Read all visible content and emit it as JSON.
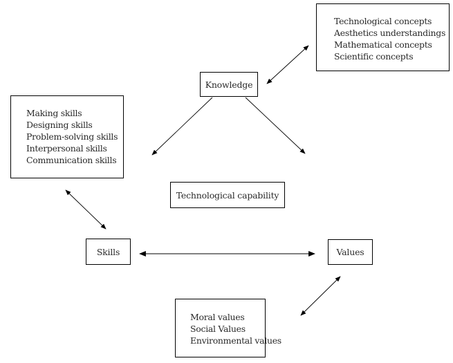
{
  "diagram": {
    "nodes": {
      "knowledge": {
        "label": "Knowledge"
      },
      "capability": {
        "label": "Technological capability"
      },
      "skills": {
        "label": "Skills"
      },
      "values": {
        "label": "Values"
      }
    },
    "lists": {
      "knowledge_items": [
        "Technological concepts",
        "Aesthetics understandings",
        "Mathematical concepts",
        "Scientific concepts"
      ],
      "skills_items": [
        "Making skills",
        "Designing skills",
        "Problem-solving skills",
        "Interpersonal skills",
        "Communication skills"
      ],
      "values_items": [
        "Moral values",
        "Social Values",
        "Environmental values"
      ]
    },
    "edges": [
      {
        "from": "knowledge",
        "to": "knowledge-list",
        "type": "bidirectional"
      },
      {
        "from": "knowledge",
        "to": "skills-side",
        "type": "directed"
      },
      {
        "from": "knowledge",
        "to": "values-side",
        "type": "directed"
      },
      {
        "from": "skills-list",
        "to": "skills",
        "type": "bidirectional"
      },
      {
        "from": "skills",
        "to": "values",
        "type": "bidirectional"
      },
      {
        "from": "values",
        "to": "values-list",
        "type": "bidirectional"
      }
    ],
    "line_color": "#000000"
  }
}
